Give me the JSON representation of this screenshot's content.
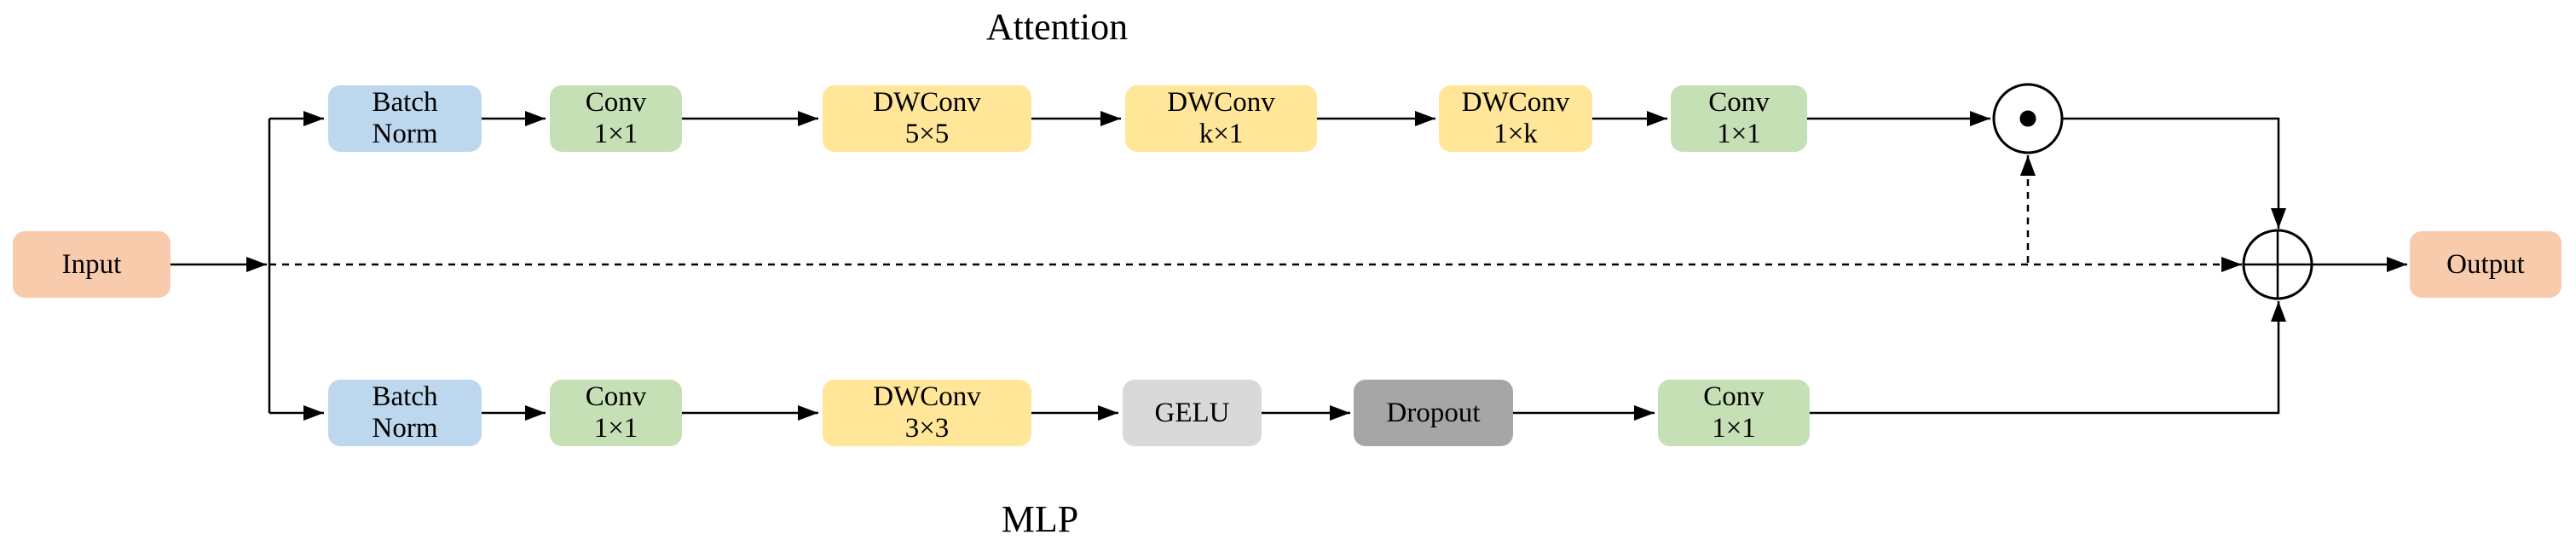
{
  "diagram": {
    "branch_labels": {
      "attention": "Attention",
      "mlp": "MLP"
    },
    "io": {
      "input": {
        "label": "Input"
      },
      "output": {
        "label": "Output"
      }
    },
    "attention_branch": {
      "nodes": [
        {
          "label": "Batch",
          "sublabel": "Norm",
          "type": "norm"
        },
        {
          "label": "Conv",
          "sublabel": "1×1",
          "type": "conv"
        },
        {
          "label": "DWConv",
          "sublabel": "5×5",
          "type": "dwconv"
        },
        {
          "label": "DWConv",
          "sublabel": "k×1",
          "type": "dwconv"
        },
        {
          "label": "DWConv",
          "sublabel": "1×k",
          "type": "dwconv"
        },
        {
          "label": "Conv",
          "sublabel": "1×1",
          "type": "conv"
        }
      ],
      "operator": {
        "symbol": "⊙",
        "name": "element-wise-multiply"
      }
    },
    "mlp_branch": {
      "nodes": [
        {
          "label": "Batch",
          "sublabel": "Norm",
          "type": "norm"
        },
        {
          "label": "Conv",
          "sublabel": "1×1",
          "type": "conv"
        },
        {
          "label": "DWConv",
          "sublabel": "3×3",
          "type": "dwconv"
        },
        {
          "label": "GELU",
          "sublabel": "",
          "type": "activation"
        },
        {
          "label": "Dropout",
          "sublabel": "",
          "type": "dropout"
        },
        {
          "label": "Conv",
          "sublabel": "1×1",
          "type": "conv"
        }
      ]
    },
    "merge_operator": {
      "symbol": "⊕",
      "name": "element-wise-add"
    },
    "colors": {
      "io": "#F8CBAD",
      "norm": "#BDD7EE",
      "conv": "#C5E0B4",
      "dwconv": "#FFE699",
      "activation": "#D9D9D9",
      "dropout": "#A6A6A6",
      "line": "#000000"
    }
  }
}
